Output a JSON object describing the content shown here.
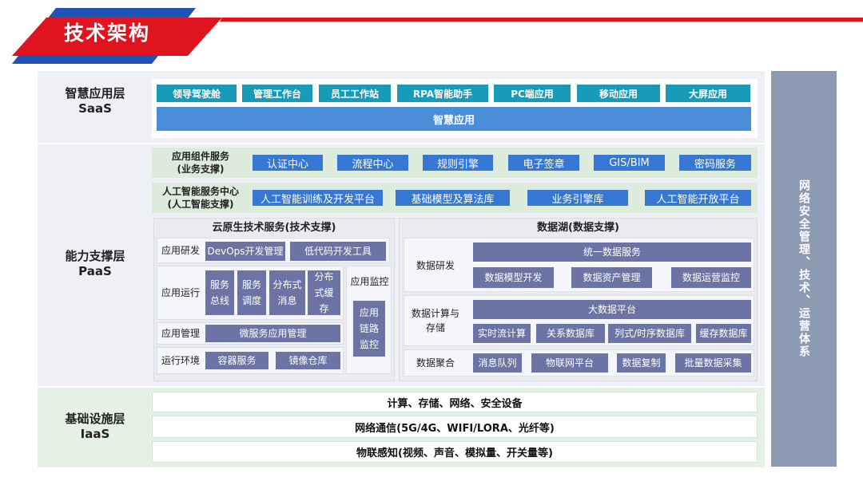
{
  "title": "技术架构",
  "side_label": "网络安全管理、技术、运营体系",
  "saas": {
    "label_cn": "智慧应用层",
    "label_en": "SaaS",
    "apps": [
      "领导驾驶舱",
      "管理工作台",
      "员工工作站",
      "RPA智能助手",
      "PC端应用",
      "移动应用",
      "大屏应用"
    ],
    "bar": "智慧应用"
  },
  "paas": {
    "label_cn": "能力支撑层",
    "label_en": "PaaS",
    "components": {
      "label_line1": "应用组件服务",
      "label_line2": "(业务支撑)",
      "items": [
        "认证中心",
        "流程中心",
        "规则引擎",
        "电子签章",
        "GIS/BIM",
        "密码服务"
      ]
    },
    "ai": {
      "label_line1": "人工智能服务中心",
      "label_line2": "(人工智能支撑)",
      "items": [
        "人工智能训练及开发平台",
        "基础模型及算法库",
        "业务引擎库",
        "人工智能开放平台"
      ]
    },
    "cloud": {
      "title": "云原生技术服务(技术支撑)",
      "dev": {
        "label": "应用研发",
        "items": [
          "DevOps开发管理",
          "低代码开发工具"
        ]
      },
      "run": {
        "label": "应用运行",
        "items": [
          "服务总线",
          "服务调度",
          "分布式消息",
          "分布式缓存"
        ]
      },
      "mgmt": {
        "label": "应用管理",
        "items": [
          "微服务应用管理"
        ]
      },
      "env": {
        "label": "运行环境",
        "items": [
          "容器服务",
          "镜像仓库"
        ]
      },
      "monitor": {
        "label": "应用监控",
        "item": "应用链路监控"
      }
    },
    "lake": {
      "title": "数据湖(数据支撑)",
      "research": {
        "label": "数据研发",
        "top": "统一数据服务",
        "items": [
          "数据模型开发",
          "数据资产管理",
          "数据运营监控"
        ]
      },
      "compute": {
        "label_line1": "数据计算与",
        "label_line2": "存储",
        "top": "大数据平台",
        "items": [
          "实时流计算",
          "关系数据库",
          "列式/时序数据库",
          "缓存数据库"
        ]
      },
      "aggregate": {
        "label": "数据聚合",
        "items": [
          "消息队列",
          "物联网平台",
          "数据复制",
          "批量数据采集"
        ]
      }
    }
  },
  "iaas": {
    "label_cn": "基础设施层",
    "label_en": "IaaS",
    "rows": [
      "计算、存储、网络、安全设备",
      "网络通信(5G/4G、WIFI/LORA、光纤等)",
      "物联感知(视频、声音、模拟量、开关量等)"
    ]
  }
}
